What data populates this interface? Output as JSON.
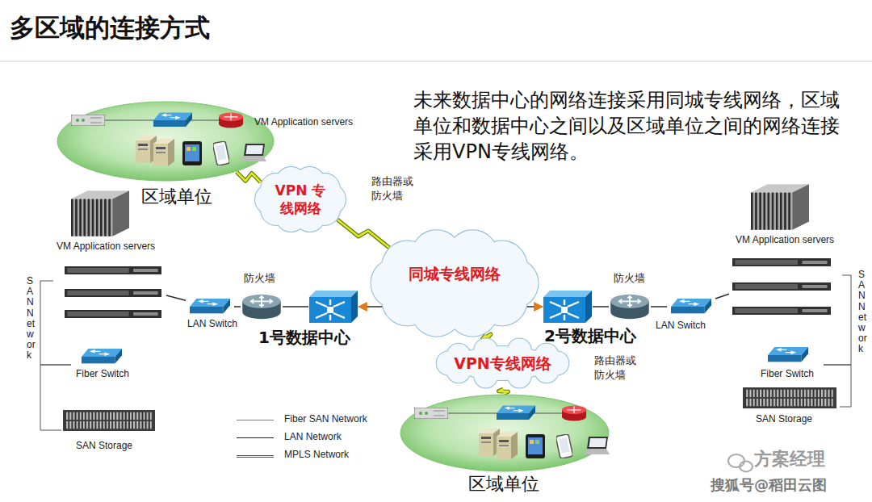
{
  "diagram": {
    "title": "多区域的连接方式",
    "nodes": [
      {
        "text": [
          "VM Application servers",
          "区域单位"
        ]
      },
      {
        "text": [
          "VPN 专线网络"
        ]
      },
      {
        "text": [
          "同城专线网络"
        ]
      },
      {
        "text": [
          "VM Application servers"
        ]
      },
      {
        "text": [
          "LAN Switch"
        ]
      },
      {
        "text": [
          "防火墙"
        ]
      },
      {
        "text": [
          "1号数据中心"
        ]
      },
      {
        "text": [
          "Fiber Switch"
        ]
      },
      {
        "text": [
          "SAN Storage"
        ]
      },
      {
        "text": [
          "2号数据中心"
        ]
      },
      {
        "text": [
          "防火墙"
        ]
      },
      {
        "text": [
          "LAN Switch"
        ]
      },
      {
        "text": [
          "VM Application servers"
        ]
      },
      {
        "text": [
          "Fiber Switch"
        ]
      },
      {
        "text": [
          "SAN Storage"
        ]
      },
      {
        "text": [
          "VPN专线网络"
        ]
      },
      {
        "text": [
          "区域单位"
        ]
      }
    ],
    "edges": [
      {
        "from": 0,
        "to": 1,
        "arrow": "none"
      },
      {
        "from": 1,
        "to": 2,
        "arrow": "none"
      },
      {
        "from": 3,
        "to": 4,
        "arrow": "none"
      },
      {
        "from": 4,
        "to": 5,
        "arrow": "none"
      },
      {
        "from": 5,
        "to": 6,
        "arrow": "none"
      },
      {
        "from": 6,
        "to": 9,
        "arrow": "both"
      },
      {
        "from": 9,
        "to": 10,
        "arrow": "none"
      },
      {
        "from": 10,
        "to": 11,
        "arrow": "none"
      },
      {
        "from": 11,
        "to": 12,
        "arrow": "none"
      },
      {
        "from": 3,
        "to": 7,
        "arrow": "none"
      },
      {
        "from": 7,
        "to": 8,
        "arrow": "none"
      },
      {
        "from": 12,
        "to": 13,
        "arrow": "none"
      },
      {
        "from": 13,
        "to": 14,
        "arrow": "none"
      },
      {
        "from": 2,
        "to": 15,
        "arrow": "none"
      },
      {
        "from": 15,
        "to": 16,
        "arrow": "none"
      }
    ],
    "labels": [
      "未来数据中心的网络连接采用同城专线网络，区域单位和数据中心之间以及区域单位之间的网络连接采用VPN专线网络。",
      "路由器或 防火墙",
      "SAN Network",
      "SAN Network",
      "路由器或 防火墙",
      "方案经理",
      "搜狐号@稻田云图"
    ],
    "legend": [
      {
        "text": "Fiber SAN Network"
      },
      {
        "text": "LAN Network"
      },
      {
        "text": "MPLS Network"
      }
    ]
  }
}
